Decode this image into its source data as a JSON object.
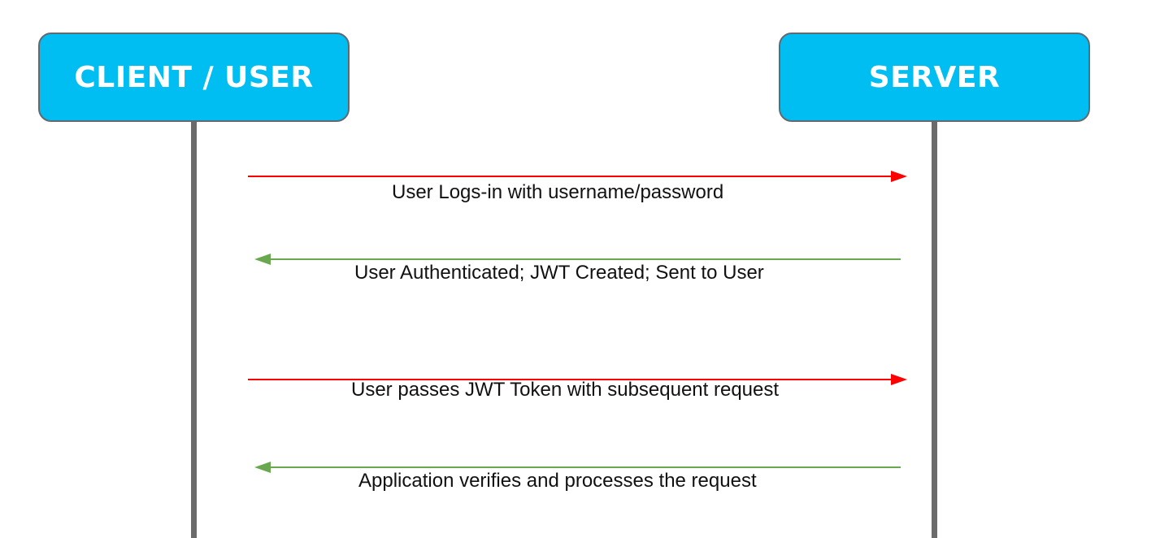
{
  "actors": {
    "client": {
      "label": "CLIENT / USER",
      "color": "#00BEF2"
    },
    "server": {
      "label": "SERVER",
      "color": "#00BEF2"
    }
  },
  "lifeline_color": "#6B6B6B",
  "messages": [
    {
      "label": "User Logs-in with username/password",
      "direction": "client-to-server",
      "color": "#FF0000"
    },
    {
      "label": "User Authenticated; JWT Created; Sent to User",
      "direction": "server-to-client",
      "color": "#6AA84F"
    },
    {
      "label": "User passes JWT Token with subsequent request",
      "direction": "client-to-server",
      "color": "#FF0000"
    },
    {
      "label": "Application verifies and processes the request",
      "direction": "server-to-client",
      "color": "#6AA84F"
    }
  ]
}
